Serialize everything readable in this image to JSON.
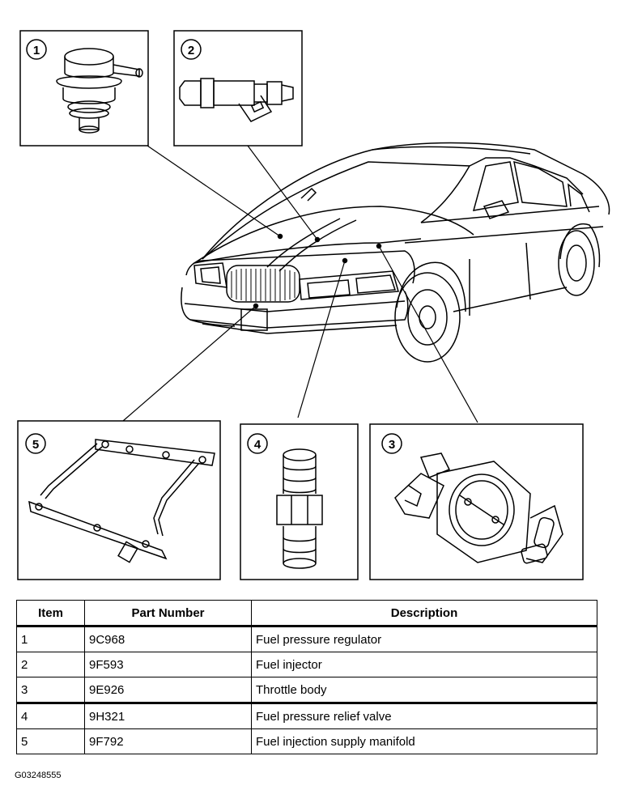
{
  "callouts": [
    {
      "number": "1",
      "part_icon": "fuel-pressure-regulator"
    },
    {
      "number": "2",
      "part_icon": "fuel-injector"
    },
    {
      "number": "3",
      "part_icon": "throttle-body"
    },
    {
      "number": "4",
      "part_icon": "fuel-pressure-relief-valve"
    },
    {
      "number": "5",
      "part_icon": "fuel-injection-supply-manifold"
    }
  ],
  "vehicle_icon": "sedan-car",
  "table": {
    "headers": [
      "Item",
      "Part Number",
      "Description"
    ],
    "rows": [
      {
        "item": "1",
        "part_number": "9C968",
        "description": "Fuel pressure regulator"
      },
      {
        "item": "2",
        "part_number": "9F593",
        "description": "Fuel injector"
      },
      {
        "item": "3",
        "part_number": "9E926",
        "description": "Throttle body"
      },
      {
        "item": "4",
        "part_number": "9H321",
        "description": "Fuel pressure relief valve"
      },
      {
        "item": "5",
        "part_number": "9F792",
        "description": "Fuel injection supply manifold"
      }
    ]
  },
  "figure_code": "G03248555"
}
